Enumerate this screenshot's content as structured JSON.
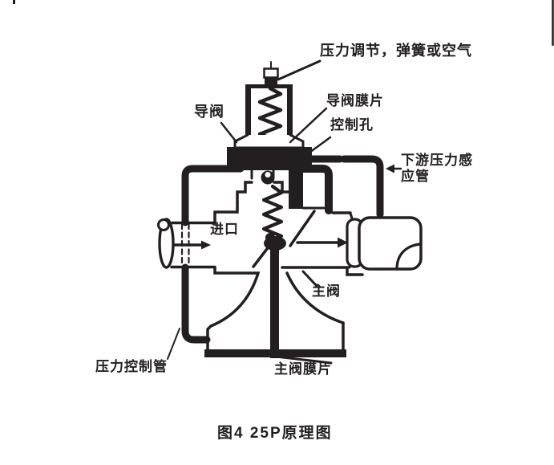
{
  "figure": {
    "caption": "图4 25P原理图",
    "labels": {
      "pressure_adjust": "压力调节，弹簧或空气",
      "pilot_valve": "导阀",
      "pilot_diaphragm": "导阀膜片",
      "control_orifice": "控制孔",
      "downstream_line1": "下游压力感",
      "downstream_line2": "应管",
      "inlet": "进口",
      "main_valve": "主阀",
      "control_pipe": "压力控制管",
      "main_diaphragm": "主阀膜片"
    },
    "colors": {
      "ink": "#231f20",
      "background": "#ffffff"
    }
  }
}
